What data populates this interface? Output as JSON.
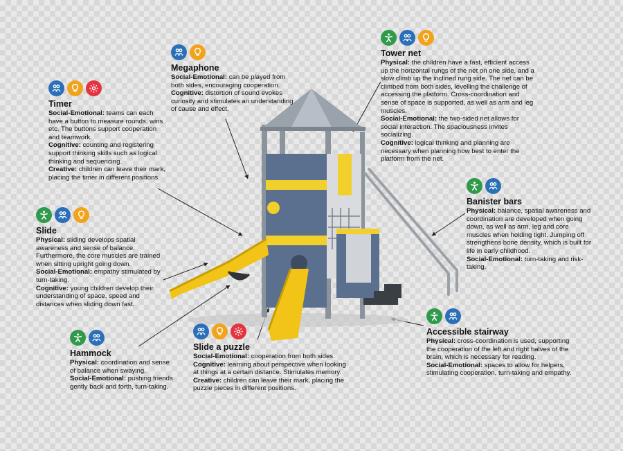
{
  "colors": {
    "physical": "#2e9a4a",
    "social": "#2a6fb8",
    "cognitive": "#f2a31c",
    "creative": "#e3343f"
  },
  "blocks": {
    "megaphone": {
      "title": "Megaphone",
      "icons": [
        "social-icon",
        "cognitive-icon"
      ],
      "paragraphs": [
        {
          "label": "Social-Emotional:",
          "text": " can be played from both sides, encouraging cooperation."
        },
        {
          "label": "Cognitive:",
          "text": " distortion of sound evokes curiosity and stimulates an understanding of cause and effect."
        }
      ]
    },
    "tower_net": {
      "title": "Tower net",
      "icons": [
        "physical-icon",
        "social-icon",
        "cognitive-icon"
      ],
      "paragraphs": [
        {
          "label": "Physical:",
          "text": " the children have a fast, efficient access up the horizontal rungs of the net on one side, and a slow climb up the inclined rung side. The net can be climbed from both sides, levelling the challenge of accessing the platform. Cross-coordination and sense of space is supported, as well as arm and leg muscles."
        },
        {
          "label": "Social-Emotional:",
          "text": " the two-sided net allows for social interaction. The spaciousness invites socializing."
        },
        {
          "label": "Cognitive:",
          "text": " logical thinking and planning are necessary when planning how best to enter the platform from the net."
        }
      ]
    },
    "timer": {
      "title": "Timer",
      "icons": [
        "social-icon",
        "cognitive-icon",
        "creative-icon"
      ],
      "paragraphs": [
        {
          "label": "Social-Emotional:",
          "text": " teams can each have a button to measure rounds, wins etc. The buttons support cooperation and teamwork."
        },
        {
          "label": "Cognitive:",
          "text": " counting and registering support thinking skills such as logical thinking and sequencing."
        },
        {
          "label": "Creative:",
          "text": " children can leave their mark, placing the timer in different positions."
        }
      ]
    },
    "banister_bars": {
      "title": "Banister bars",
      "icons": [
        "physical-icon",
        "social-icon"
      ],
      "paragraphs": [
        {
          "label": "Physical:",
          "text": " balance, spatial awareness and coordination are developed when going down, as well as arm, leg and core muscles when holding tight. Jumping off strengthens bone density, which is built for life in early childhood."
        },
        {
          "label": "Social-Emotional:",
          "text": " turn-taking and risk-taking."
        }
      ]
    },
    "slide": {
      "title": "Slide",
      "icons": [
        "physical-icon",
        "social-icon",
        "cognitive-icon"
      ],
      "paragraphs": [
        {
          "label": "Physical:",
          "text": " sliding develops spatial awareness and sense of balance. Furthermore, the core muscles are trained when sitting upright going down."
        },
        {
          "label": "Social-Emotional:",
          "text": " empathy stimulated by turn-taking."
        },
        {
          "label": "Cognitive:",
          "text": " young children develop their understanding of space, speed and distances when sliding down fast."
        }
      ]
    },
    "accessible_stairway": {
      "title": "Accessible stairway",
      "icons": [
        "physical-icon",
        "social-icon"
      ],
      "paragraphs": [
        {
          "label": "Physical:",
          "text": " cross-coordination is used, supporting the cooperation of the left and right halves of the brain, which is necessary for reading."
        },
        {
          "label": "Social-Emotional:",
          "text": " spaces to allow for helpers, stimulating cooperation, turn-taking and empathy."
        }
      ]
    },
    "hammock": {
      "title": "Hammock",
      "icons": [
        "physical-icon",
        "social-icon"
      ],
      "paragraphs": [
        {
          "label": "Physical:",
          "text": " coordination and sense of balance when swaying."
        },
        {
          "label": "Social-Emotional:",
          "text": " pushing friends gently back and forth, turn-taking."
        }
      ]
    },
    "slide_puzzle": {
      "title": "Slide a puzzle",
      "icons": [
        "social-icon",
        "cognitive-icon",
        "creative-icon"
      ],
      "paragraphs": [
        {
          "label": "Social-Emotional:",
          "text": " cooperation from both sides."
        },
        {
          "label": "Cognitive:",
          "text": " learning about perspective when looking at things at a certain distance. Stimulates memory."
        },
        {
          "label": "Creative:",
          "text": " children can leave their mark, placing the puzzle pieces in different positions."
        }
      ]
    }
  }
}
